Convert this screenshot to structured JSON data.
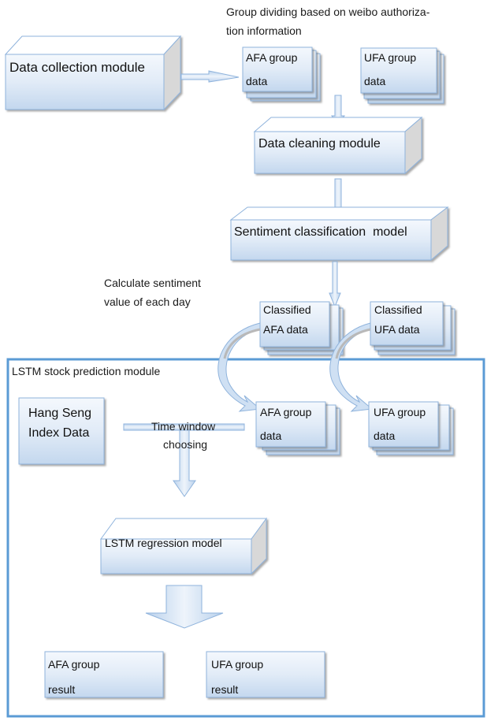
{
  "diagram": {
    "annotations": {
      "group_dividing": [
        "Group dividing based on weibo authoriza-",
        "tion information"
      ],
      "calc_sentiment": [
        "Calculate sentiment",
        "value of each day"
      ],
      "time_window": [
        "Time window",
        "choosing"
      ]
    },
    "modules": {
      "data_collection": "Data collection module",
      "data_cleaning": "Data cleaning module",
      "sentiment_classification": "Sentiment classification  model",
      "lstm_regression": "LSTM regression model"
    },
    "stacks": {
      "afa_group_data_top": [
        "AFA group",
        "data"
      ],
      "ufa_group_data_top": [
        "UFA group",
        "data"
      ],
      "classified_afa": [
        "Classified",
        "AFA data"
      ],
      "classified_ufa": [
        "Classified",
        "UFA data"
      ],
      "afa_group_data_lstm": [
        "AFA group",
        "data"
      ],
      "ufa_group_data_lstm": [
        "UFA group",
        "data"
      ]
    },
    "lstm_container": {
      "title": "LSTM stock prediction module"
    },
    "hang_seng": [
      "Hang Seng",
      "Index Data"
    ],
    "results": {
      "afa": [
        "AFA group",
        "result"
      ],
      "ufa": [
        "UFA group",
        "result"
      ]
    },
    "colors": {
      "box_border": "#8fb3dc",
      "box_top": "#f4f8fd",
      "box_bottom": "#c4d8ef",
      "side_face": "#d9d9d9",
      "container_border": "#5b9bd5",
      "arrow_fill": "#cfe0f3"
    }
  }
}
